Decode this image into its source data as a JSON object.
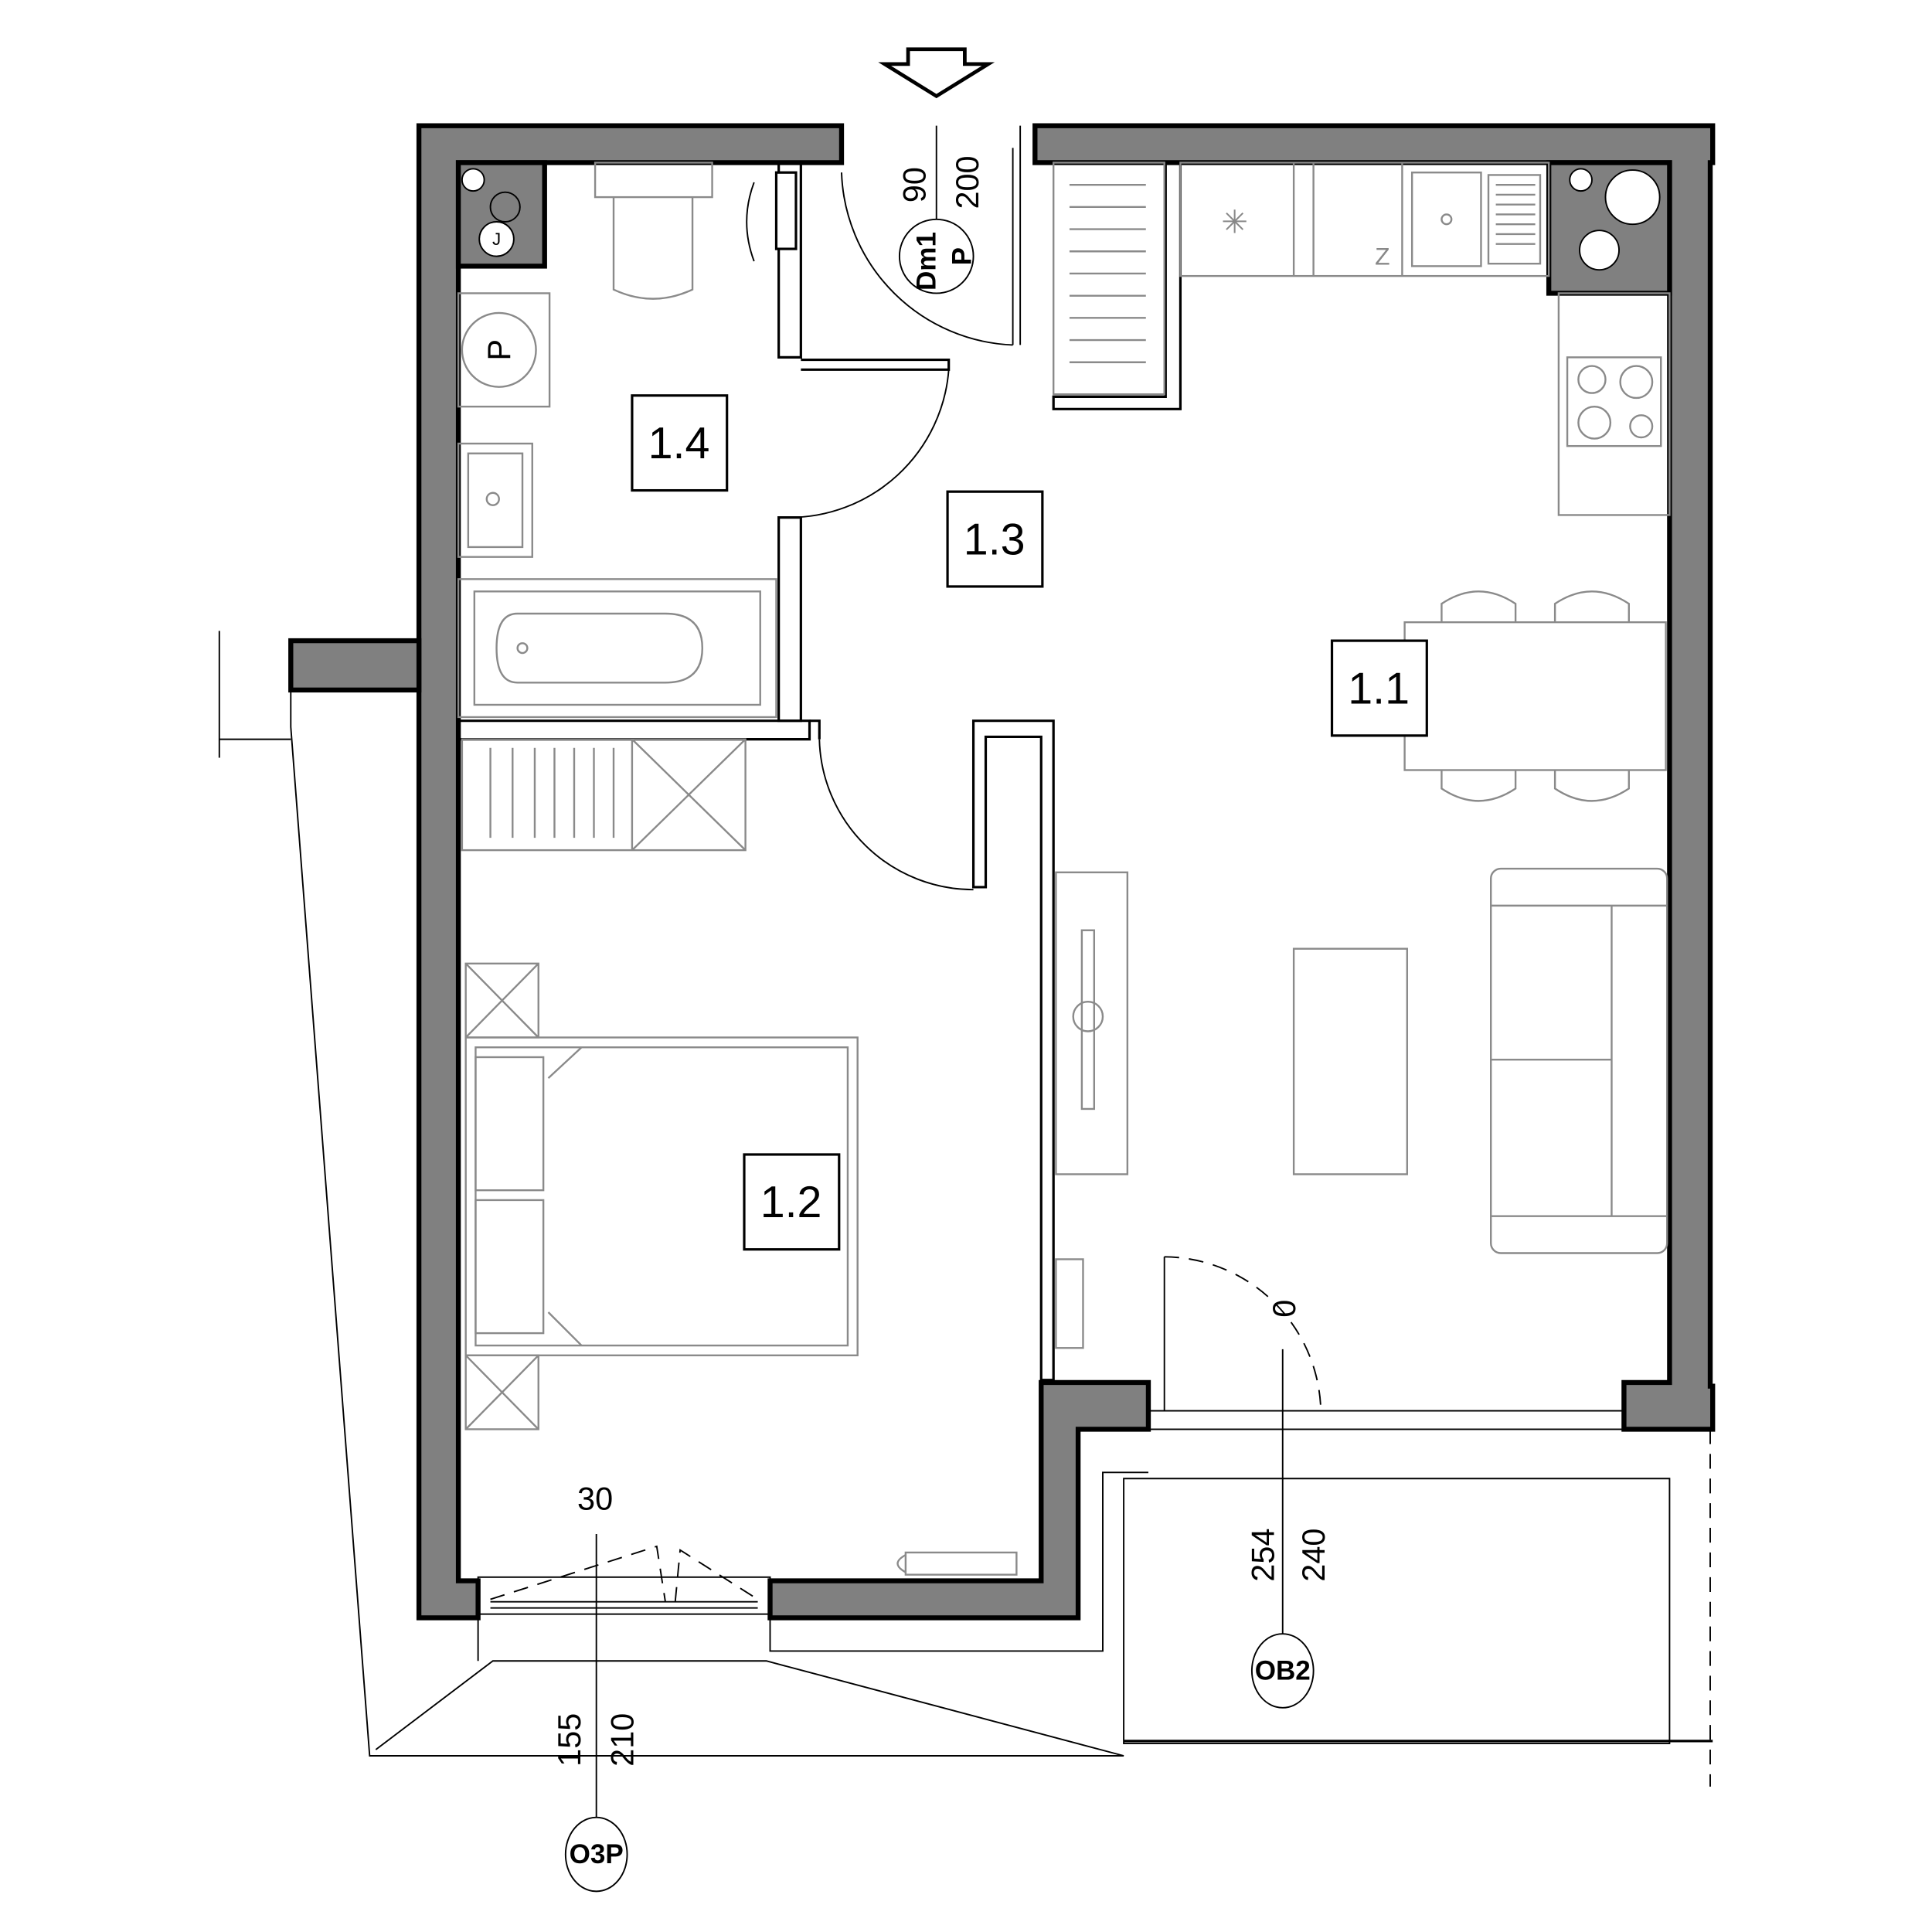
{
  "plan": {
    "rooms": [
      {
        "id": "1.1"
      },
      {
        "id": "1.2"
      },
      {
        "id": "1.3"
      },
      {
        "id": "1.4"
      }
    ],
    "entrance_door": {
      "tag_line1": "Dm1",
      "tag_line2": "P",
      "width": "90",
      "height": "200"
    },
    "balcony_door": {
      "tag": "OB2",
      "width": "254",
      "height": "240",
      "swing_mark": "0"
    },
    "bedroom_window": {
      "tag": "O3P",
      "sill": "30",
      "width": "155",
      "height": "210"
    },
    "fixtures": {
      "washing_machine_mark": "P",
      "boiler_mark": "J",
      "fridge_mark": "Z"
    }
  }
}
